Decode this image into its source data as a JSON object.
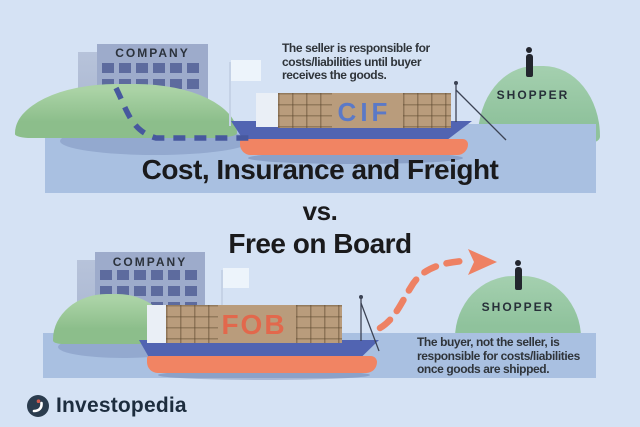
{
  "colors": {
    "background": "#d5e2f4",
    "water_band": "#a9c0e1",
    "hill_green": "#8cbe8b",
    "dome_green": "#8fc29c",
    "building_blue": "#9dabcb",
    "window_blue": "#5d6b9e",
    "container_tan": "#b99c7c",
    "deck_blue": "#5164b2",
    "hull_orange": "#f18463",
    "cif_text_blue": "#5b79c7",
    "fob_text_orange": "#e2684c",
    "route_dash_blue": "#47589e",
    "route_dash_orange": "#ee8163",
    "annotation_text": "#2f343a",
    "title_text": "#1a1a1c",
    "logo_navy": "#1d2d3e"
  },
  "title": {
    "line1": "Cost, Insurance and Freight",
    "line2": "vs.",
    "line3": "Free on Board"
  },
  "cif_scene": {
    "company_label": "COMPANY",
    "ship_code": "CIF",
    "shopper_label": "SHOPPER",
    "annotation": "The seller is responsible for\ncosts/liabilities until buyer\nreceives the goods."
  },
  "fob_scene": {
    "company_label": "COMPANY",
    "ship_code": "FOB",
    "shopper_label": "SHOPPER",
    "annotation": "The buyer, not the seller, is\nresponsible for costs/liabilities\nonce goods are shipped."
  },
  "footer": {
    "brand": "Investopedia"
  }
}
